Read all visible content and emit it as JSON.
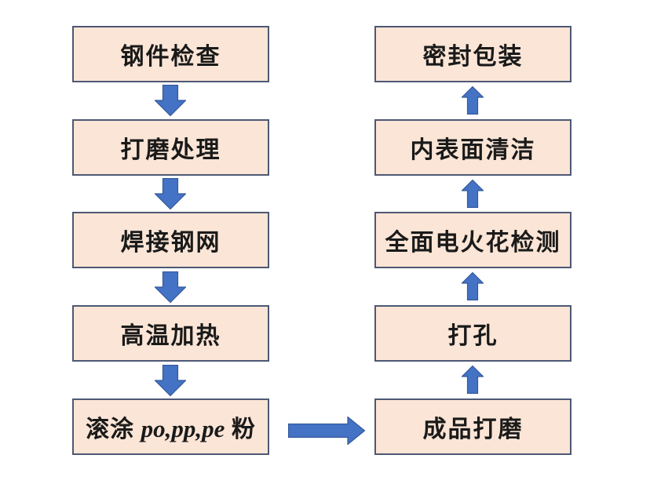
{
  "colors": {
    "background": "#ffffff",
    "box_fill": "#fbe5d6",
    "box_border": "#4d5874",
    "arrow_fill": "#4472c4",
    "arrow_border": "#35599c",
    "text": "#1a1a1a"
  },
  "flow": {
    "left_steps": [
      {
        "label": "钢件检查"
      },
      {
        "label": "打磨处理"
      },
      {
        "label": "焊接钢网"
      },
      {
        "label": "高温加热"
      },
      {
        "label": "滚涂 po,pp,pe 粉",
        "label_prefix": "滚涂 ",
        "label_italic": "po,pp,pe",
        "label_suffix": " 粉"
      }
    ],
    "right_steps_top_to_bottom": [
      {
        "label": "密封包装"
      },
      {
        "label": "内表面清洁"
      },
      {
        "label": "全面电火花检测"
      },
      {
        "label": "打孔"
      },
      {
        "label": "成品打磨"
      }
    ]
  }
}
